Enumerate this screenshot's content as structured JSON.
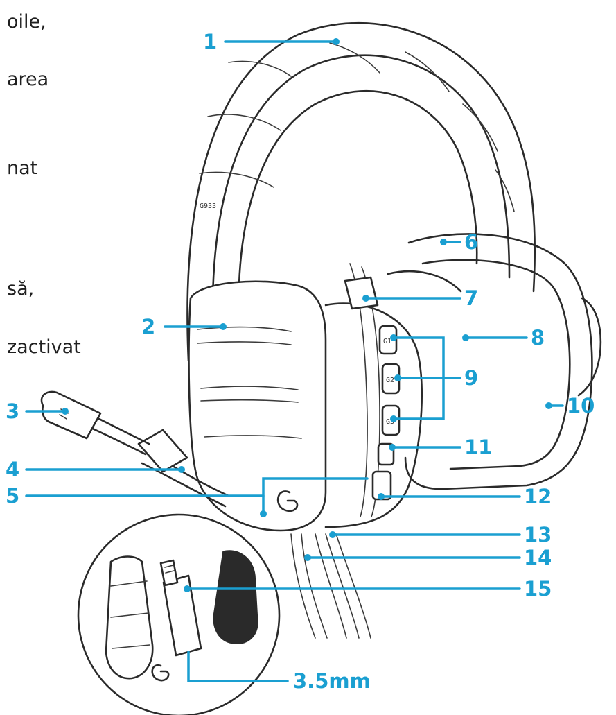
{
  "side_text": [
    "oile,",
    "area",
    "nat",
    "să,",
    "zactivat"
  ],
  "callouts": [
    {
      "num": "1"
    },
    {
      "num": "2"
    },
    {
      "num": "3"
    },
    {
      "num": "4"
    },
    {
      "num": "5"
    },
    {
      "num": "6"
    },
    {
      "num": "7"
    },
    {
      "num": "8"
    },
    {
      "num": "9"
    },
    {
      "num": "10"
    },
    {
      "num": "11"
    },
    {
      "num": "12"
    },
    {
      "num": "13"
    },
    {
      "num": "14"
    },
    {
      "num": "15"
    }
  ],
  "connector_label": "3.5mm",
  "headset_model_text": "G933",
  "button_labels": [
    "G1",
    "G2",
    "G3"
  ],
  "colors": {
    "accent": "#1a9fd1",
    "ink": "#2a2a2a",
    "background": "#ffffff"
  }
}
